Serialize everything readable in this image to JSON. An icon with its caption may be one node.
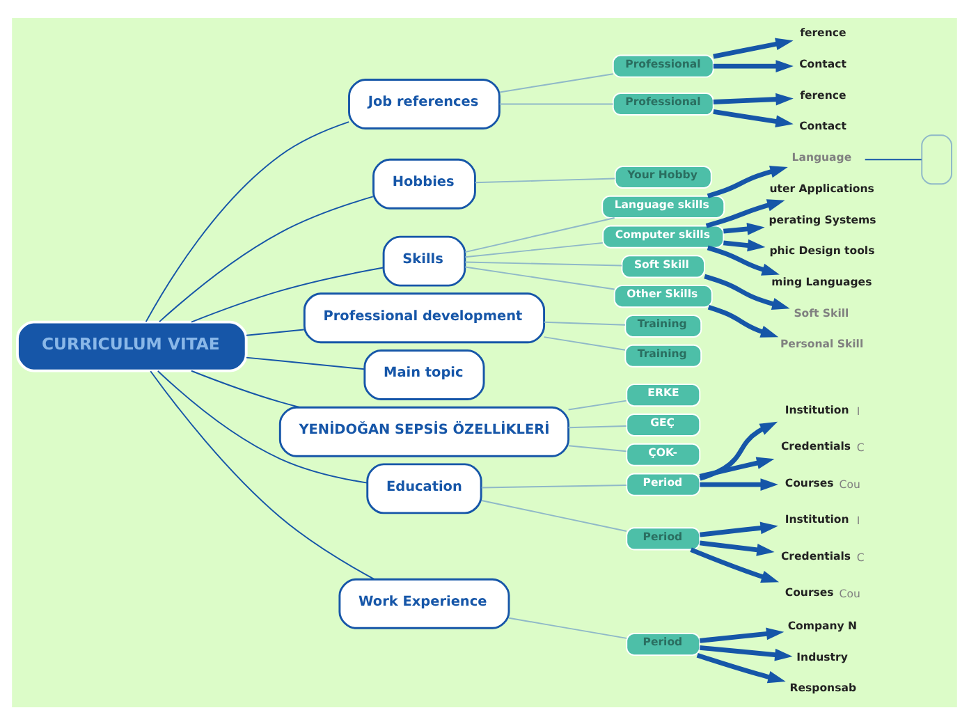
{
  "diagram": {
    "nodes": [
      {
        "text": [
          "CURRICULUM VITAE"
        ]
      },
      {
        "text": [
          "Job references"
        ]
      },
      {
        "text": [
          "Professional"
        ]
      },
      {
        "text": [
          "ference"
        ]
      },
      {
        "text": [
          "Contact"
        ]
      },
      {
        "text": [
          "Professional"
        ]
      },
      {
        "text": [
          "ference"
        ]
      },
      {
        "text": [
          "Contact"
        ]
      },
      {
        "text": [
          "Hobbies"
        ]
      },
      {
        "text": [
          "Your Hobby"
        ]
      },
      {
        "text": [
          "Skills"
        ]
      },
      {
        "text": [
          "Language skills"
        ]
      },
      {
        "text": [
          "Language"
        ]
      },
      {
        "text": [],
        "shape": "box"
      },
      {
        "text": [
          "Computer skills"
        ]
      },
      {
        "text": [
          "uter Applications"
        ]
      },
      {
        "text": [
          "perating Systems"
        ]
      },
      {
        "text": [
          "phic Design tools"
        ]
      },
      {
        "text": [
          "ming Languages"
        ]
      },
      {
        "text": [
          "Soft Skill"
        ]
      },
      {
        "text": [
          "Soft Skill"
        ]
      },
      {
        "text": [
          "Other Skills"
        ]
      },
      {
        "text": [
          "Personal Skill"
        ]
      },
      {
        "text": [
          "Professional development"
        ]
      },
      {
        "text": [
          "Training"
        ]
      },
      {
        "text": [
          "Training"
        ]
      },
      {
        "text": [
          "Main topic"
        ]
      },
      {
        "text": [
          "YENİDOĞAN SEPSİS ÖZELLİKLERİ"
        ]
      },
      {
        "text": [
          "ERKE"
        ]
      },
      {
        "text": [
          "GEÇ"
        ]
      },
      {
        "text": [
          "ÇOK-"
        ]
      },
      {
        "text": [
          "Education"
        ]
      },
      {
        "text": [
          "Period"
        ]
      },
      {
        "text": [
          "Institution"
        ],
        "beside": [
          "I"
        ]
      },
      {
        "text": [
          "Credentials"
        ],
        "beside": [
          "C"
        ]
      },
      {
        "text": [
          "Courses"
        ],
        "beside": [
          "Cou"
        ]
      },
      {
        "text": [
          "Period"
        ]
      },
      {
        "text": [
          "Institution"
        ],
        "beside": [
          "I"
        ]
      },
      {
        "text": [
          "Credentials"
        ],
        "beside": [
          "C"
        ]
      },
      {
        "text": [
          "Courses"
        ],
        "beside": [
          "Cou"
        ]
      },
      {
        "text": [
          "Work Experience"
        ]
      },
      {
        "text": [
          "Period"
        ]
      },
      {
        "text": [
          "Company N"
        ]
      },
      {
        "text": [
          "Industry"
        ]
      },
      {
        "text": [
          "Responsab"
        ]
      }
    ],
    "edges": [
      {
        "from": 0,
        "to": 1,
        "arrow": "none"
      },
      {
        "from": 1,
        "to": 2,
        "arrow": "none",
        "color": "#8fb8c8"
      },
      {
        "from": 2,
        "to": 3,
        "arrow": "to",
        "style": "thick"
      },
      {
        "from": 2,
        "to": 4,
        "arrow": "to",
        "style": "thick"
      },
      {
        "from": 1,
        "to": 5,
        "arrow": "none",
        "color": "#8fb8c8"
      },
      {
        "from": 5,
        "to": 6,
        "arrow": "to",
        "style": "thick"
      },
      {
        "from": 5,
        "to": 7,
        "arrow": "to",
        "style": "thick"
      },
      {
        "from": 0,
        "to": 8,
        "arrow": "none"
      },
      {
        "from": 8,
        "to": 9,
        "arrow": "none",
        "color": "#8fb8c8"
      },
      {
        "from": 0,
        "to": 10,
        "arrow": "none"
      },
      {
        "from": 10,
        "to": 11,
        "arrow": "none",
        "color": "#8fb8c8"
      },
      {
        "from": 11,
        "to": 12,
        "arrow": "to",
        "style": "thick"
      },
      {
        "from": 12,
        "to": 13,
        "arrow": "none"
      },
      {
        "from": 10,
        "to": 14,
        "arrow": "none",
        "color": "#8fb8c8"
      },
      {
        "from": 14,
        "to": 15,
        "arrow": "to",
        "style": "thick"
      },
      {
        "from": 14,
        "to": 16,
        "arrow": "to",
        "style": "thick"
      },
      {
        "from": 14,
        "to": 17,
        "arrow": "to",
        "style": "thick"
      },
      {
        "from": 14,
        "to": 18,
        "arrow": "to",
        "style": "thick"
      },
      {
        "from": 10,
        "to": 19,
        "arrow": "none",
        "color": "#8fb8c8"
      },
      {
        "from": 19,
        "to": 20,
        "arrow": "to",
        "style": "thick"
      },
      {
        "from": 10,
        "to": 21,
        "arrow": "none",
        "color": "#8fb8c8"
      },
      {
        "from": 21,
        "to": 22,
        "arrow": "to",
        "style": "thick"
      },
      {
        "from": 0,
        "to": 23,
        "arrow": "none"
      },
      {
        "from": 23,
        "to": 24,
        "arrow": "none",
        "color": "#8fb8c8"
      },
      {
        "from": 23,
        "to": 25,
        "arrow": "none",
        "color": "#8fb8c8"
      },
      {
        "from": 0,
        "to": 26,
        "arrow": "none"
      },
      {
        "from": 0,
        "to": 27,
        "arrow": "none"
      },
      {
        "from": 27,
        "to": 28,
        "arrow": "none",
        "color": "#8fb8c8"
      },
      {
        "from": 27,
        "to": 29,
        "arrow": "none",
        "color": "#8fb8c8"
      },
      {
        "from": 27,
        "to": 30,
        "arrow": "none",
        "color": "#8fb8c8"
      },
      {
        "from": 0,
        "to": 31,
        "arrow": "none"
      },
      {
        "from": 31,
        "to": 32,
        "arrow": "none",
        "color": "#8fb8c8"
      },
      {
        "from": 32,
        "to": 33,
        "arrow": "to",
        "style": "thick"
      },
      {
        "from": 32,
        "to": 34,
        "arrow": "to",
        "style": "thick"
      },
      {
        "from": 32,
        "to": 35,
        "arrow": "to",
        "style": "thick"
      },
      {
        "from": 31,
        "to": 36,
        "arrow": "none",
        "color": "#8fb8c8"
      },
      {
        "from": 36,
        "to": 37,
        "arrow": "to",
        "style": "thick"
      },
      {
        "from": 36,
        "to": 38,
        "arrow": "to",
        "style": "thick"
      },
      {
        "from": 36,
        "to": 39,
        "arrow": "to",
        "style": "thick"
      },
      {
        "from": 0,
        "to": 40,
        "arrow": "none"
      },
      {
        "from": 40,
        "to": 41,
        "arrow": "none",
        "color": "#8fb8c8"
      },
      {
        "from": 41,
        "to": 42,
        "arrow": "to",
        "style": "thick"
      },
      {
        "from": 41,
        "to": 43,
        "arrow": "to",
        "style": "thick"
      },
      {
        "from": 41,
        "to": 44,
        "arrow": "to",
        "style": "thick"
      }
    ]
  }
}
